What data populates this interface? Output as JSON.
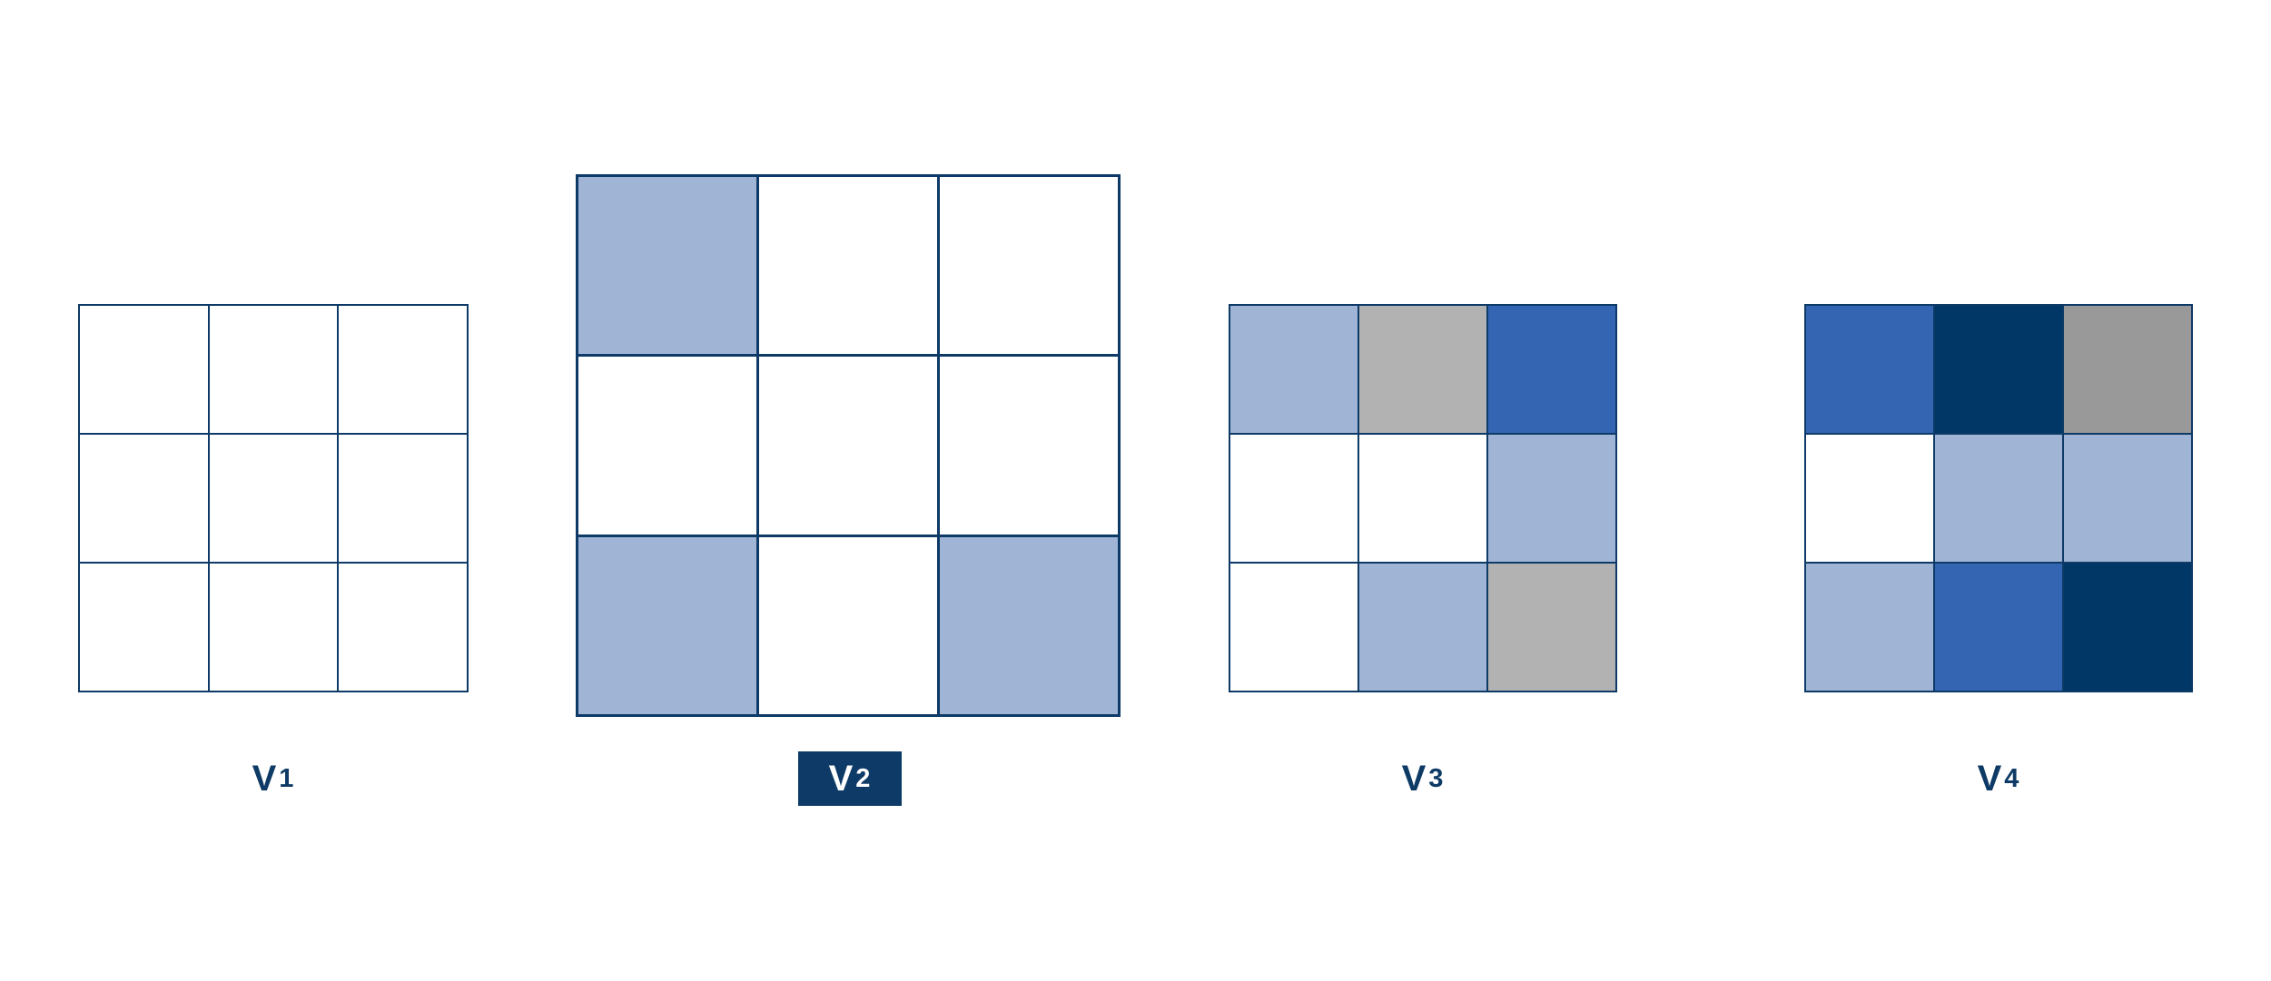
{
  "palette": {
    "white": "#ffffff",
    "light_blue": "#a0b5d6",
    "blue": "#3365b2",
    "navy": "#003767",
    "gray_light": "#b2b2b2",
    "gray_dark": "#999999",
    "line_navy": "#0d3a66",
    "label_navy": "#0e3a66",
    "selected_box_navy": "#0d3a66",
    "selected_label_text": "#ffffff",
    "background": "#ffffff"
  },
  "grids": [
    {
      "id": "V1",
      "label_prefix": "V",
      "label_sub": "1",
      "selected": false,
      "cells": [
        "white",
        "white",
        "white",
        "white",
        "white",
        "white",
        "white",
        "white",
        "white"
      ]
    },
    {
      "id": "V2",
      "label_prefix": "V",
      "label_sub": "2",
      "selected": true,
      "cells": [
        "light_blue",
        "white",
        "white",
        "white",
        "white",
        "white",
        "light_blue",
        "white",
        "light_blue"
      ]
    },
    {
      "id": "V3",
      "label_prefix": "V",
      "label_sub": "3",
      "selected": false,
      "cells": [
        "light_blue",
        "gray_light",
        "blue",
        "white",
        "white",
        "light_blue",
        "white",
        "light_blue",
        "gray_light"
      ]
    },
    {
      "id": "V4",
      "label_prefix": "V",
      "label_sub": "4",
      "selected": false,
      "cells": [
        "blue",
        "navy",
        "gray_dark",
        "white",
        "light_blue",
        "light_blue",
        "light_blue",
        "blue",
        "navy"
      ]
    }
  ],
  "chart_data": {
    "type": "heatmap",
    "title": "",
    "grids": [
      {
        "name": "V1",
        "rows": 3,
        "cols": 3,
        "values": [
          [
            "empty",
            "empty",
            "empty"
          ],
          [
            "empty",
            "empty",
            "empty"
          ],
          [
            "empty",
            "empty",
            "empty"
          ]
        ]
      },
      {
        "name": "V2",
        "rows": 3,
        "cols": 3,
        "values": [
          [
            "light_blue",
            "empty",
            "empty"
          ],
          [
            "empty",
            "empty",
            "empty"
          ],
          [
            "light_blue",
            "empty",
            "light_blue"
          ]
        ]
      },
      {
        "name": "V3",
        "rows": 3,
        "cols": 3,
        "values": [
          [
            "light_blue",
            "gray_light",
            "blue"
          ],
          [
            "empty",
            "empty",
            "light_blue"
          ],
          [
            "empty",
            "light_blue",
            "gray_light"
          ]
        ]
      },
      {
        "name": "V4",
        "rows": 3,
        "cols": 3,
        "values": [
          [
            "blue",
            "navy",
            "gray_dark"
          ],
          [
            "empty",
            "light_blue",
            "light_blue"
          ],
          [
            "light_blue",
            "blue",
            "navy"
          ]
        ]
      }
    ],
    "selected_grid": "V2"
  }
}
